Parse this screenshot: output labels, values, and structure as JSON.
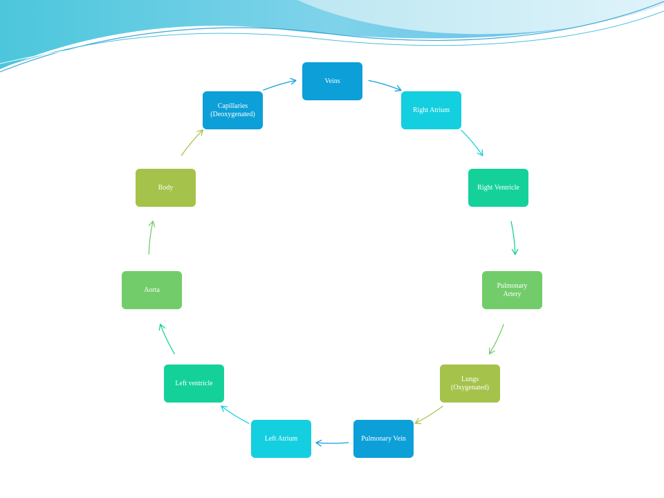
{
  "diagram": {
    "title": "",
    "nodes": [
      {
        "id": "veins",
        "label": "Veins",
        "color": "#0c9fd8"
      },
      {
        "id": "right-atrium",
        "label": "Right Atrium",
        "color": "#14cfdf"
      },
      {
        "id": "right-ventricle",
        "label": "Right Ventricle",
        "color": "#14d19a"
      },
      {
        "id": "pulmonary-artery",
        "label": "Pulmonary\nArtery",
        "color": "#72cc6a"
      },
      {
        "id": "lungs",
        "label": "Lungs\n(Oxygenated)",
        "color": "#a5c24a"
      },
      {
        "id": "pulmonary-vein",
        "label": "Pulmonary Vein",
        "color": "#0c9fd8"
      },
      {
        "id": "left-atrium",
        "label": "Left Atrium",
        "color": "#14cfdf"
      },
      {
        "id": "left-ventricle",
        "label": "Left ventricle",
        "color": "#14d19a"
      },
      {
        "id": "aorta",
        "label": "Aorta",
        "color": "#72cc6a"
      },
      {
        "id": "body",
        "label": "Body",
        "color": "#a5c24a"
      },
      {
        "id": "capillaries",
        "label": "Capillaries\n(Deoxygenated)",
        "color": "#0c9fd8"
      }
    ],
    "edges": [
      {
        "from": "veins",
        "to": "right-atrium"
      },
      {
        "from": "right-atrium",
        "to": "right-ventricle"
      },
      {
        "from": "right-ventricle",
        "to": "pulmonary-artery"
      },
      {
        "from": "pulmonary-artery",
        "to": "lungs"
      },
      {
        "from": "lungs",
        "to": "pulmonary-vein"
      },
      {
        "from": "pulmonary-vein",
        "to": "left-atrium"
      },
      {
        "from": "left-atrium",
        "to": "left-ventricle"
      },
      {
        "from": "left-ventricle",
        "to": "aorta"
      },
      {
        "from": "aorta",
        "to": "body"
      },
      {
        "from": "body",
        "to": "capillaries"
      },
      {
        "from": "capillaries",
        "to": "veins"
      }
    ]
  }
}
